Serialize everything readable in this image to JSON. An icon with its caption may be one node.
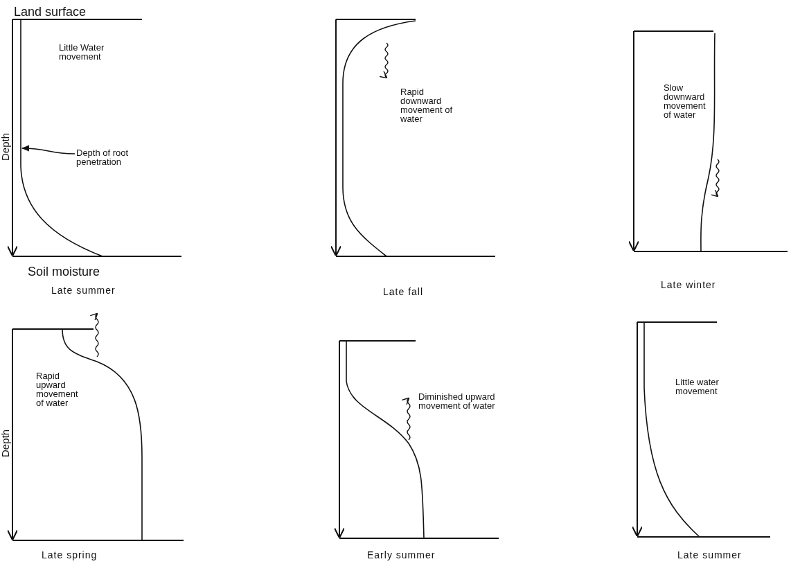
{
  "diagram": {
    "nodes": [
      {
        "text": [
          "Depth of root penetration"
        ]
      },
      {
        "text": [],
        "shape": "curve"
      }
    ],
    "edges": [
      {
        "from": 0,
        "to": 1,
        "arrow": "to"
      }
    ],
    "labels": [
      "Land surface",
      "Little Water movement",
      "Depth",
      "Rapid downward movement of water",
      "Slow downward movement of water",
      "Soil moisture",
      "Late summer",
      "Late fall",
      "Late winter",
      "Rapid upward movement of water",
      "Diminished upward movement of water",
      "Little water movement",
      "Depth",
      "Late spring",
      "Early summer",
      "Late summer"
    ]
  }
}
